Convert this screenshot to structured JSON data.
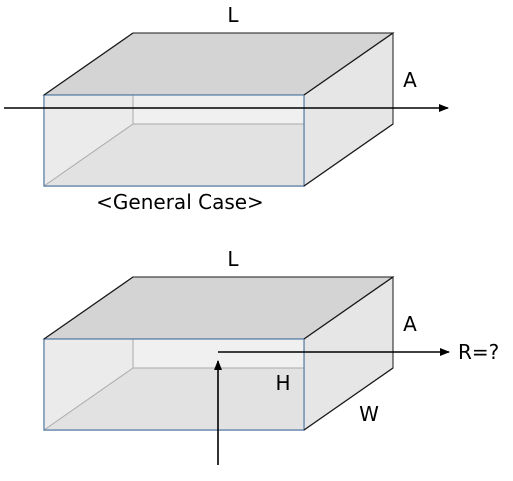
{
  "diagram": {
    "top_box": {
      "label_length": "L",
      "label_side": "A",
      "caption": "<General Case>"
    },
    "bottom_box": {
      "label_length": "L",
      "label_side": "A",
      "label_height": "H",
      "label_width": "W",
      "label_result": "R=?"
    }
  },
  "colors": {
    "top_face": "#d4d4d4",
    "right_face": "#e6e6e6",
    "inner_floor": "#e2e2e2",
    "inner_back": "#f0f0f0",
    "box_edge": "#5b7fa8",
    "arrow": "#000000"
  }
}
